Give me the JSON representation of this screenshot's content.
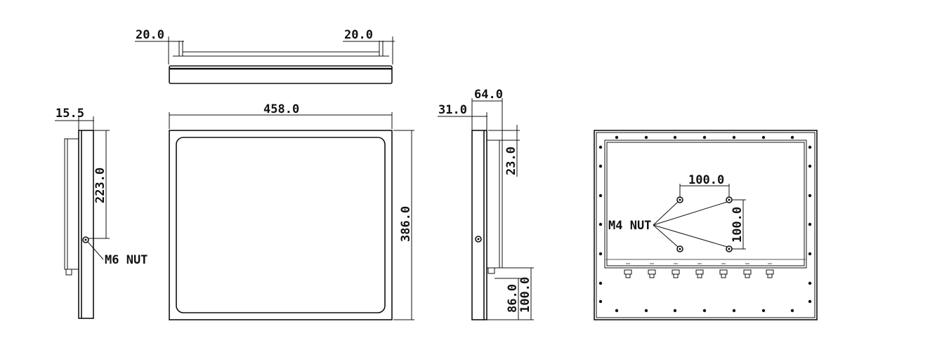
{
  "top_view": {
    "dim_left_offset": "20.0",
    "dim_right_offset": "20.0"
  },
  "side_view_left": {
    "dim_depth": "15.5",
    "dim_height": "223.0",
    "callout": "M6 NUT"
  },
  "front_view": {
    "dim_width": "458.0",
    "dim_height": "386.0"
  },
  "side_view_right": {
    "dim_front_depth": "31.0",
    "dim_total_depth": "64.0",
    "dim_top_offset": "23.0",
    "dim_bottom_a": "86.0",
    "dim_bottom_b": "100.0"
  },
  "rear_view": {
    "vesa_horizontal": "100.0",
    "vesa_vertical": "100.0",
    "callout": "M4 NUT"
  }
}
